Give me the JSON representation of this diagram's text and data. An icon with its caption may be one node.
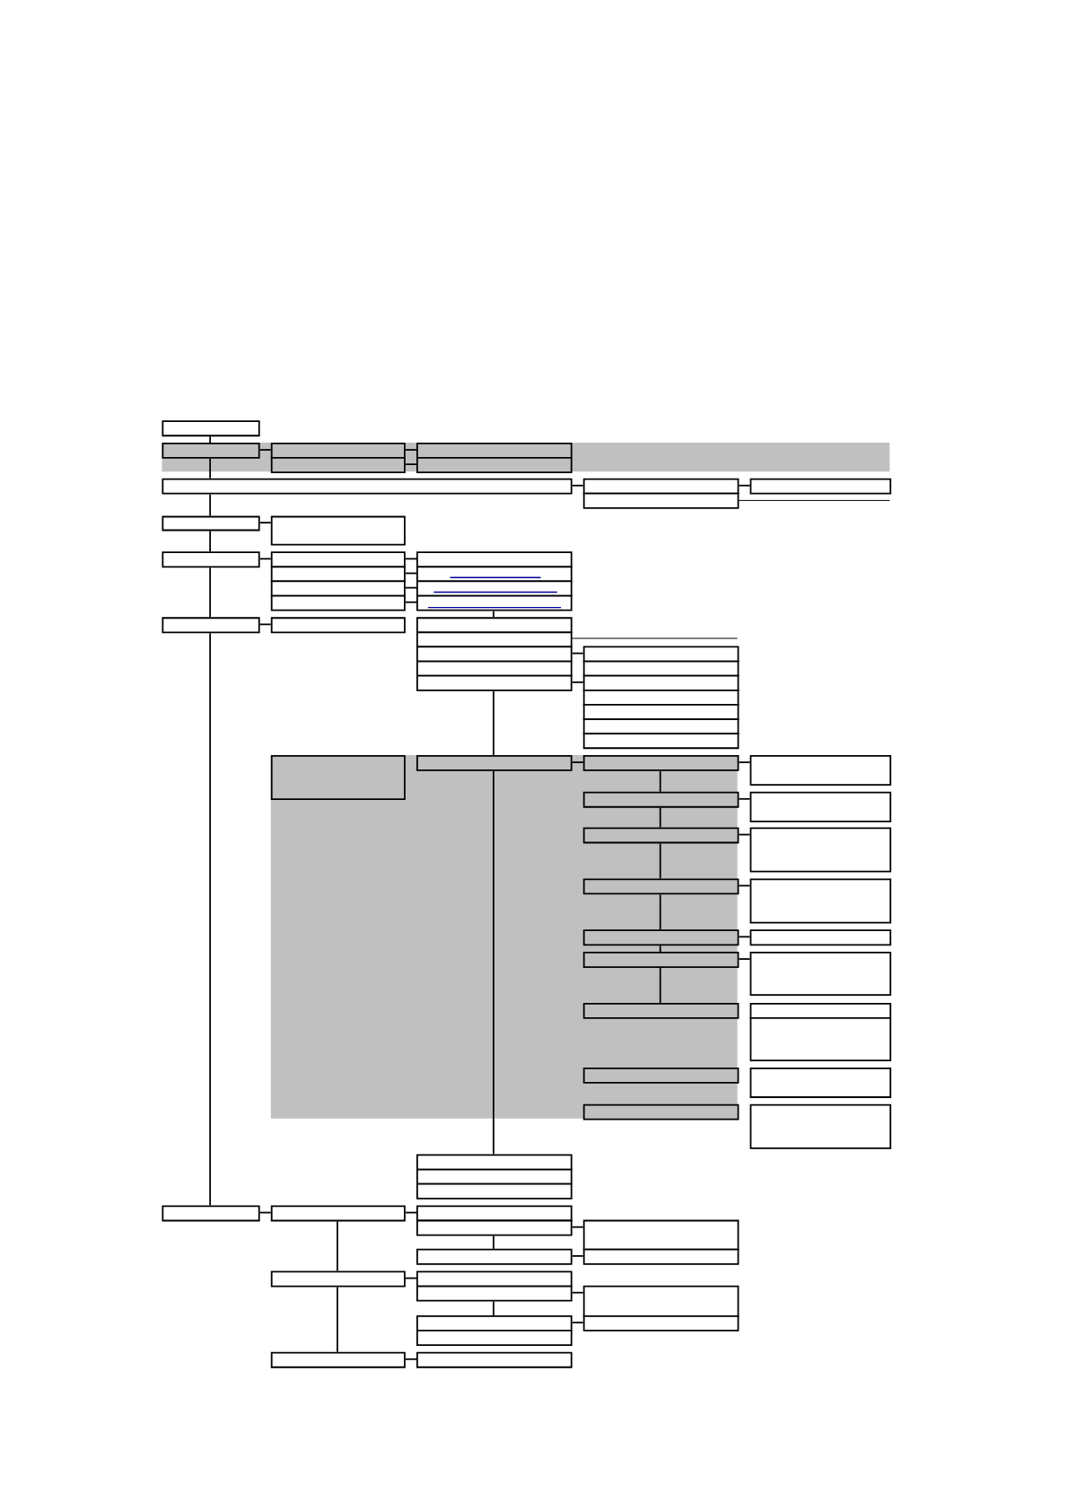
{
  "diagram": {
    "nodes": [
      {
        "text": [],
        "shape": "box"
      },
      {
        "text": [],
        "shape": "box"
      },
      {
        "text": [],
        "shape": "box"
      },
      {
        "text": [],
        "shape": "box"
      },
      {
        "text": [],
        "shape": "box"
      },
      {
        "text": [],
        "shape": "box"
      },
      {
        "text": [],
        "shape": "box"
      },
      {
        "text": [],
        "shape": "box"
      },
      {
        "text": [],
        "shape": "box"
      },
      {
        "text": [],
        "shape": "box"
      },
      {
        "text": [],
        "shape": "box"
      },
      {
        "text": [],
        "shape": "box"
      },
      {
        "text": [],
        "shape": "box"
      },
      {
        "text": [],
        "shape": "box"
      },
      {
        "text": [],
        "shape": "box"
      },
      {
        "text": [],
        "shape": "box"
      },
      {
        "text": [],
        "shape": "box"
      },
      {
        "text": [],
        "shape": "box"
      },
      {
        "text": [],
        "shape": "box"
      },
      {
        "text": [],
        "shape": "box"
      },
      {
        "text": [],
        "shape": "box"
      },
      {
        "text": [],
        "shape": "box"
      },
      {
        "text": [],
        "shape": "box"
      },
      {
        "text": [],
        "shape": "box"
      },
      {
        "text": [],
        "shape": "box"
      },
      {
        "text": [],
        "shape": "box"
      },
      {
        "text": [],
        "shape": "box"
      },
      {
        "text": [],
        "shape": "box"
      },
      {
        "text": [],
        "shape": "box"
      },
      {
        "text": [],
        "shape": "box"
      },
      {
        "text": [],
        "shape": "box"
      },
      {
        "text": [],
        "shape": "box"
      },
      {
        "text": [],
        "shape": "box"
      },
      {
        "text": [],
        "shape": "box"
      },
      {
        "text": [],
        "shape": "box"
      },
      {
        "text": [],
        "shape": "box"
      },
      {
        "text": [],
        "shape": "box"
      },
      {
        "text": [],
        "shape": "box"
      },
      {
        "text": [],
        "shape": "box"
      },
      {
        "text": [],
        "shape": "box"
      },
      {
        "text": [],
        "shape": "box"
      },
      {
        "text": [],
        "shape": "box"
      },
      {
        "text": [],
        "shape": "box"
      },
      {
        "text": [],
        "shape": "box"
      },
      {
        "text": [],
        "shape": "box"
      },
      {
        "text": [],
        "shape": "box"
      },
      {
        "text": [],
        "shape": "box"
      },
      {
        "text": [],
        "shape": "box"
      },
      {
        "text": [],
        "shape": "box"
      },
      {
        "text": [],
        "shape": "box"
      },
      {
        "text": [],
        "shape": "box"
      },
      {
        "text": [],
        "shape": "box"
      },
      {
        "text": [],
        "shape": "box"
      },
      {
        "text": [],
        "shape": "box"
      },
      {
        "text": [],
        "shape": "box"
      },
      {
        "text": [],
        "shape": "box"
      },
      {
        "text": [],
        "shape": "box"
      },
      {
        "text": [],
        "shape": "box"
      },
      {
        "text": [],
        "shape": "box"
      },
      {
        "text": [],
        "shape": "box"
      },
      {
        "text": [],
        "shape": "box"
      },
      {
        "text": [],
        "shape": "box"
      },
      {
        "text": [],
        "shape": "box"
      },
      {
        "text": [],
        "shape": "box"
      },
      {
        "text": [],
        "shape": "box"
      },
      {
        "text": [],
        "shape": "box"
      },
      {
        "text": [],
        "shape": "box"
      },
      {
        "text": [],
        "shape": "box"
      },
      {
        "text": [],
        "shape": "box"
      },
      {
        "text": [],
        "shape": "box"
      },
      {
        "text": [],
        "shape": "box"
      },
      {
        "text": [],
        "shape": "box"
      },
      {
        "text": [],
        "shape": "box"
      },
      {
        "text": [],
        "shape": "box"
      },
      {
        "text": [],
        "shape": "box"
      }
    ],
    "edges": [
      {
        "from": 0,
        "to": 1,
        "arrow": "none"
      },
      {
        "from": 1,
        "to": 6,
        "arrow": "none"
      },
      {
        "from": 6,
        "to": 10,
        "arrow": "none"
      },
      {
        "from": 10,
        "to": 12,
        "arrow": "none"
      },
      {
        "from": 12,
        "to": 21,
        "arrow": "none"
      },
      {
        "from": 21,
        "to": 59,
        "arrow": "none"
      },
      {
        "from": 1,
        "to": 2,
        "arrow": "none"
      },
      {
        "from": 2,
        "to": 3,
        "arrow": "none"
      },
      {
        "from": 4,
        "to": 5,
        "arrow": "none"
      },
      {
        "from": 6,
        "to": 7,
        "arrow": "none"
      },
      {
        "from": 7,
        "to": 8,
        "arrow": "none"
      },
      {
        "from": 10,
        "to": 11,
        "arrow": "none"
      },
      {
        "from": 12,
        "to": 13,
        "arrow": "none"
      },
      {
        "from": 13,
        "to": 14,
        "arrow": "none"
      },
      {
        "from": 15,
        "to": 16,
        "arrow": "none"
      },
      {
        "from": 17,
        "to": 18,
        "arrow": "none"
      },
      {
        "from": 19,
        "to": 20,
        "arrow": "none"
      },
      {
        "from": 21,
        "to": 22,
        "arrow": "none"
      },
      {
        "from": 20,
        "to": 23,
        "arrow": "none"
      },
      {
        "from": 25,
        "to": 26,
        "arrow": "none"
      },
      {
        "from": 29,
        "to": 30,
        "arrow": "none"
      },
      {
        "from": 29,
        "to": 36,
        "arrow": "none"
      },
      {
        "from": 36,
        "to": 37,
        "arrow": "none"
      },
      {
        "from": 37,
        "to": 38,
        "arrow": "none"
      },
      {
        "from": 37,
        "to": 39,
        "arrow": "none"
      },
      {
        "from": 39,
        "to": 40,
        "arrow": "none"
      },
      {
        "from": 39,
        "to": 41,
        "arrow": "none"
      },
      {
        "from": 41,
        "to": 42,
        "arrow": "none"
      },
      {
        "from": 41,
        "to": 43,
        "arrow": "none"
      },
      {
        "from": 43,
        "to": 44,
        "arrow": "none"
      },
      {
        "from": 43,
        "to": 45,
        "arrow": "none"
      },
      {
        "from": 45,
        "to": 46,
        "arrow": "none"
      },
      {
        "from": 45,
        "to": 47,
        "arrow": "none"
      },
      {
        "from": 47,
        "to": 48,
        "arrow": "none"
      },
      {
        "from": 47,
        "to": 49,
        "arrow": "none"
      },
      {
        "from": 36,
        "to": 56,
        "arrow": "none"
      },
      {
        "from": 59,
        "to": 60,
        "arrow": "none"
      },
      {
        "from": 60,
        "to": 61,
        "arrow": "none"
      },
      {
        "from": 62,
        "to": 63,
        "arrow": "none"
      },
      {
        "from": 62,
        "to": 64,
        "arrow": "none"
      },
      {
        "from": 64,
        "to": 65,
        "arrow": "none"
      },
      {
        "from": 60,
        "to": 66,
        "arrow": "none"
      },
      {
        "from": 66,
        "to": 67,
        "arrow": "none"
      },
      {
        "from": 68,
        "to": 69,
        "arrow": "none"
      },
      {
        "from": 68,
        "to": 70,
        "arrow": "none"
      },
      {
        "from": 70,
        "to": 71,
        "arrow": "none"
      },
      {
        "from": 66,
        "to": 73,
        "arrow": "none"
      },
      {
        "from": 73,
        "to": 74,
        "arrow": "none"
      }
    ]
  }
}
